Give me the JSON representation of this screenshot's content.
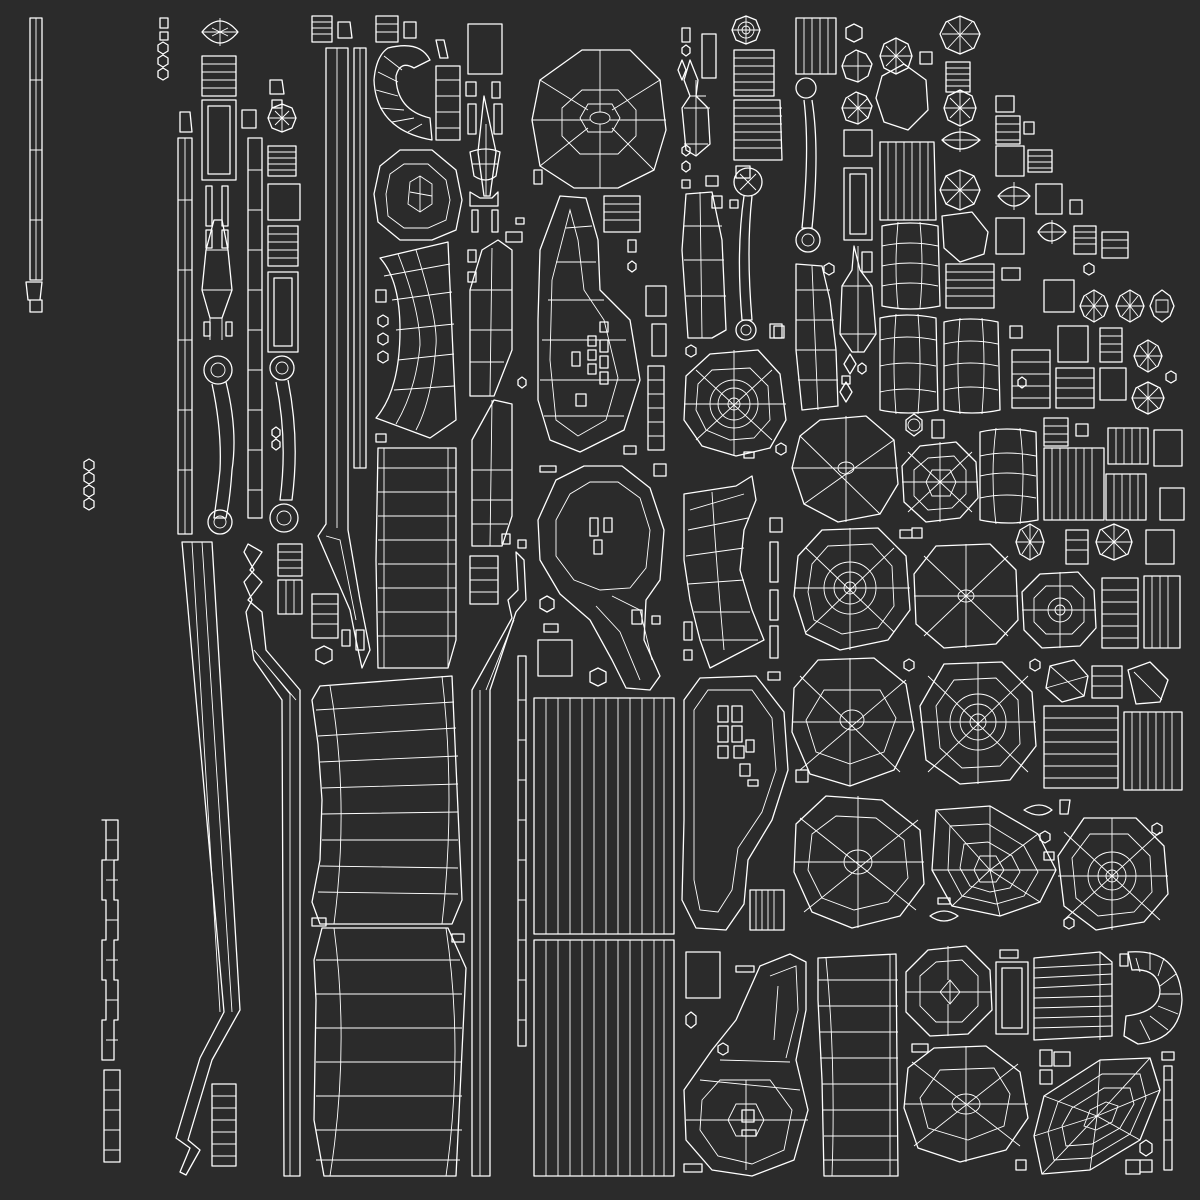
{
  "uv_layout": {
    "view": "uv-wireframe-texture-map",
    "colors": {
      "background": "#2b2b2b",
      "wire": "#ffffff"
    },
    "shells": [
      "wheel-hub-shell",
      "barrel-shell",
      "plank-grid-shell",
      "curved-panel-shell",
      "long-strip-shell",
      "tapered-hull-shell",
      "lens-shell",
      "small-block-shell",
      "octagon-cap-shell",
      "crank-handle-shell",
      "arc-segment-shell"
    ]
  }
}
